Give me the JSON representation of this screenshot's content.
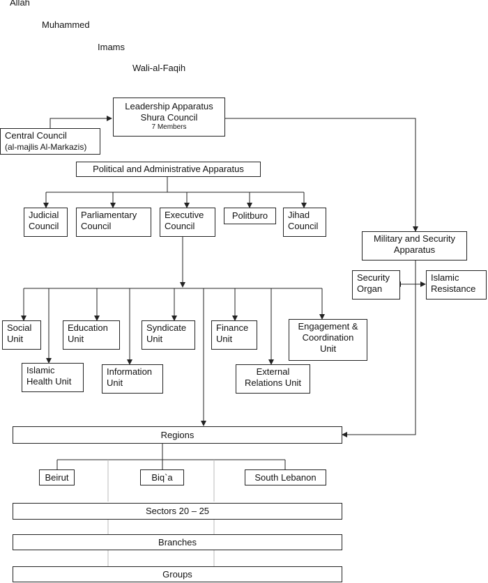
{
  "hierarchy": [
    "Allah",
    "Muhammed",
    "Imams",
    "Wali-al-Faqih"
  ],
  "leadership": {
    "line1": "Leadership Apparatus",
    "line2": "Shura Council",
    "line3": "7 Members"
  },
  "central_council": {
    "line1": "Central Council",
    "line2": "(al-majlis Al-Markazis)"
  },
  "political": "Political and Administrative Apparatus",
  "councils": {
    "judicial": [
      "Judicial",
      "Council"
    ],
    "parliamentary": [
      "Parliamentary",
      "Council"
    ],
    "executive": [
      "Executive",
      "Council"
    ],
    "politburo": [
      "Politburo"
    ],
    "jihad": [
      "Jihad",
      "Council"
    ]
  },
  "military": [
    "Military and Security",
    "Apparatus"
  ],
  "security_organ": [
    "Security",
    "Organ"
  ],
  "islamic_resistance": [
    "Islamic",
    "Resistance"
  ],
  "units": {
    "social": [
      "Social",
      "Unit"
    ],
    "islamic_health": [
      "Islamic",
      "Health Unit"
    ],
    "education": [
      "Education",
      "Unit"
    ],
    "information": [
      "Information",
      "Unit"
    ],
    "syndicate": [
      "Syndicate",
      "Unit"
    ],
    "finance": [
      "Finance",
      "Unit"
    ],
    "external_relations": [
      "External",
      "Relations Unit"
    ],
    "engagement": [
      "Engagement &",
      "Coordination",
      "Unit"
    ]
  },
  "regions": "Regions",
  "region_names": {
    "beirut": "Beirut",
    "biqa": "Biq`a",
    "south_lebanon": "South Lebanon"
  },
  "sectors": "Sectors 20 – 25",
  "branches": "Branches",
  "groups": "Groups"
}
